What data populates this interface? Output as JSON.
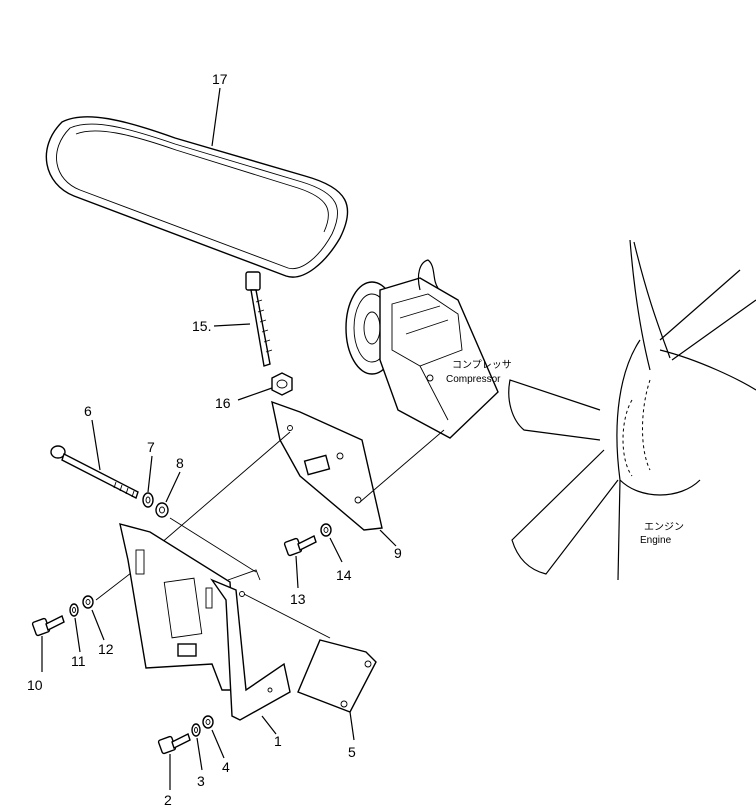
{
  "callouts": {
    "p1": "1",
    "p2": "2",
    "p3": "3",
    "p4": "4",
    "p5": "5",
    "p6": "6",
    "p7": "7",
    "p8": "8",
    "p9": "9",
    "p10": "10",
    "p11": "11",
    "p12": "12",
    "p13": "13",
    "p14": "14",
    "p15": "15.",
    "p16": "16",
    "p17": "17"
  },
  "labels": {
    "compressor_jp": "コンプレッサ",
    "compressor_en": "Compressor",
    "engine_jp": "エンジン",
    "engine_en": "Engine"
  }
}
